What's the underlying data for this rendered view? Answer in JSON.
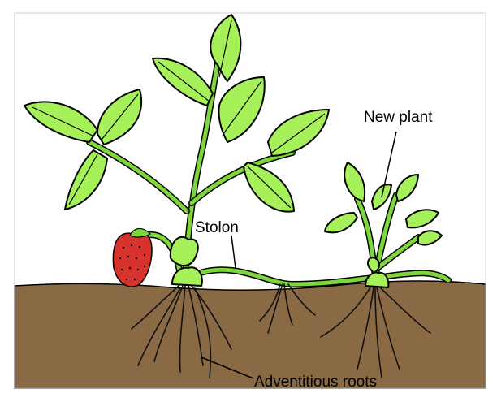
{
  "labels": {
    "new_plant": "New plant",
    "stolon": "Stolon",
    "adventitious_roots": "Adventitious roots"
  },
  "colors": {
    "leaf": "#a6f05a",
    "soil": "#8a6a45",
    "strawberry": "#d8322c",
    "background": "#ffffff"
  }
}
